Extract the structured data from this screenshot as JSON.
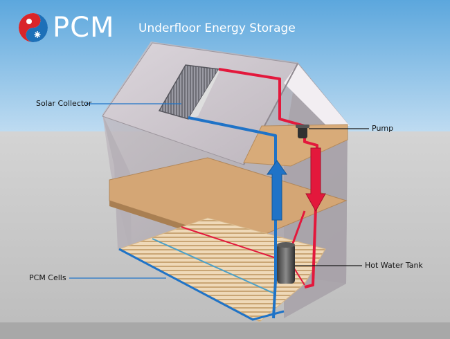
{
  "header": {
    "brand": "PCM",
    "subtitle": "Underfloor Energy Storage"
  },
  "labels": {
    "solar_collector": "Solar Collector",
    "pump": "Pump",
    "pcm_cells": "PCM Cells",
    "hot_water_tank": "Hot Water Tank"
  },
  "colors": {
    "sky_top": "#5aa6dc",
    "sky_bottom": "#bfdcf1",
    "ground": "#c9c9c9",
    "hot_pipe": "#e3183c",
    "cold_pipe": "#1f73c7",
    "floor_wood": "#d3a877",
    "logo_red": "#d9252a",
    "logo_blue": "#1d70b8"
  },
  "icons": {
    "logo": "sun-snowflake-icon",
    "up_arrow": "arrow-up-icon",
    "down_arrow": "arrow-down-icon"
  }
}
